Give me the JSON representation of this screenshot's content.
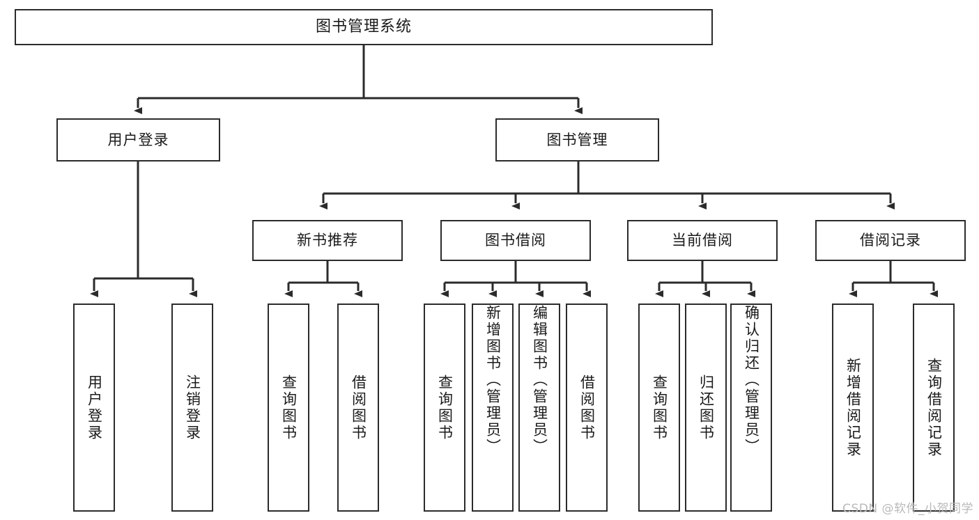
{
  "diagram": {
    "title": "图书管理系统",
    "type": "tree",
    "watermark": "CSDN @软件_小贺同学",
    "line_color": "#2b2b2b",
    "box_fill": "#ffffff",
    "text_color": "#1a1a1a",
    "watermark_color": "#b9b9b9",
    "levels": [
      {
        "level": 1,
        "nodes": [
          {
            "id": "root",
            "label": "图书管理系统"
          }
        ]
      },
      {
        "level": 2,
        "nodes": [
          {
            "id": "login",
            "label": "用户登录",
            "parent": "root"
          },
          {
            "id": "bookmgmt",
            "label": "图书管理",
            "parent": "root"
          }
        ]
      },
      {
        "level": 3,
        "nodes": [
          {
            "id": "newbook",
            "label": "新书推荐",
            "parent": "bookmgmt"
          },
          {
            "id": "borrow",
            "label": "图书借阅",
            "parent": "bookmgmt"
          },
          {
            "id": "current",
            "label": "当前借阅",
            "parent": "bookmgmt"
          },
          {
            "id": "record",
            "label": "借阅记录",
            "parent": "bookmgmt"
          }
        ]
      },
      {
        "level": 4,
        "nodes": [
          {
            "id": "l1",
            "label": "用户登录",
            "parent": "login"
          },
          {
            "id": "l2",
            "label": "注销登录",
            "parent": "login"
          },
          {
            "id": "l3",
            "label": "查询图书",
            "parent": "newbook"
          },
          {
            "id": "l4",
            "label": "借阅图书",
            "parent": "newbook"
          },
          {
            "id": "l5",
            "label": "查询图书",
            "parent": "borrow"
          },
          {
            "id": "l6",
            "label": "新增图书（管理员）",
            "parent": "borrow"
          },
          {
            "id": "l7",
            "label": "编辑图书（管理员）",
            "parent": "borrow"
          },
          {
            "id": "l8",
            "label": "借阅图书",
            "parent": "borrow"
          },
          {
            "id": "l9",
            "label": "查询图书",
            "parent": "current"
          },
          {
            "id": "l10",
            "label": "归还图书",
            "parent": "current"
          },
          {
            "id": "l11",
            "label": "确认归还（管理员）",
            "parent": "current"
          },
          {
            "id": "l12",
            "label": "新增借阅记录",
            "parent": "record"
          },
          {
            "id": "l13",
            "label": "查询借阅记录",
            "parent": "record"
          }
        ]
      }
    ]
  }
}
